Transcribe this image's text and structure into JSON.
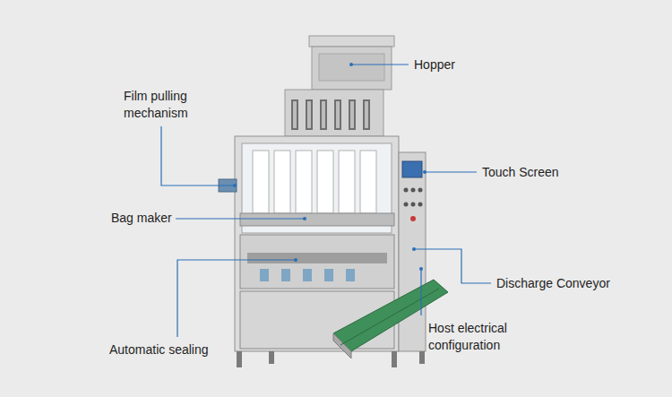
{
  "diagram": {
    "labels": [
      "Hopper",
      "Film pulling mechanism",
      "Touch Screen",
      "Bag maker",
      "Discharge Conveyor",
      "Automatic sealing",
      "Host electrical configuration"
    ]
  }
}
